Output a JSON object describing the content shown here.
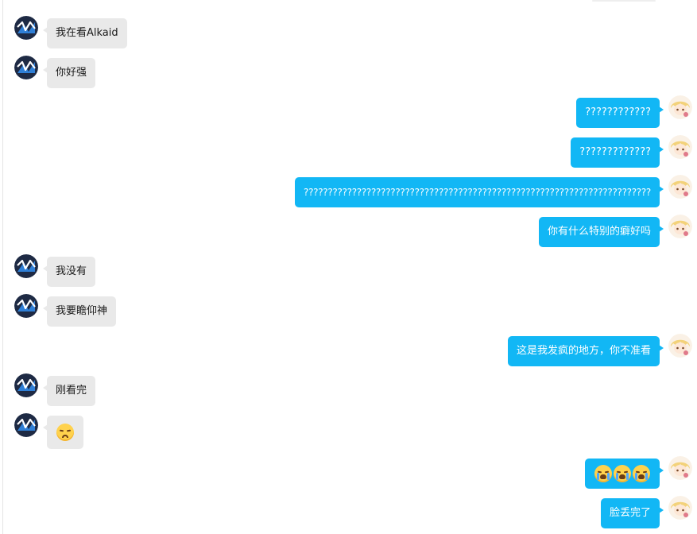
{
  "conversation": {
    "messages": [
      {
        "side": "in",
        "text": "我在看Alkaid"
      },
      {
        "side": "in",
        "text": "你好强"
      },
      {
        "side": "out",
        "text": "????????????"
      },
      {
        "side": "out",
        "text": "?????????????"
      },
      {
        "side": "out",
        "text": "????????????????????????????????????????????????????????????????????????"
      },
      {
        "side": "out",
        "text": "你有什么特别的癖好吗"
      },
      {
        "side": "in",
        "text": "我没有"
      },
      {
        "side": "in",
        "text": "我要瞻仰神"
      },
      {
        "side": "out",
        "text": "这是我发疯的地方，你不准看"
      },
      {
        "side": "in",
        "text": "刚看完"
      },
      {
        "side": "in",
        "emoji": [
          "disappointed-face"
        ]
      },
      {
        "side": "out",
        "emoji": [
          "loudly-crying-face",
          "loudly-crying-face",
          "loudly-crying-face"
        ]
      },
      {
        "side": "out",
        "text": "脸丢完了"
      }
    ]
  },
  "colors": {
    "outgoing_bubble": "#12b7f5",
    "incoming_bubble": "#e9e9e9",
    "background": "#ffffff"
  },
  "icons": {
    "contact_avatar": "contact-avatar-logo-icon",
    "self_avatar": "self-avatar-anime-icon"
  }
}
